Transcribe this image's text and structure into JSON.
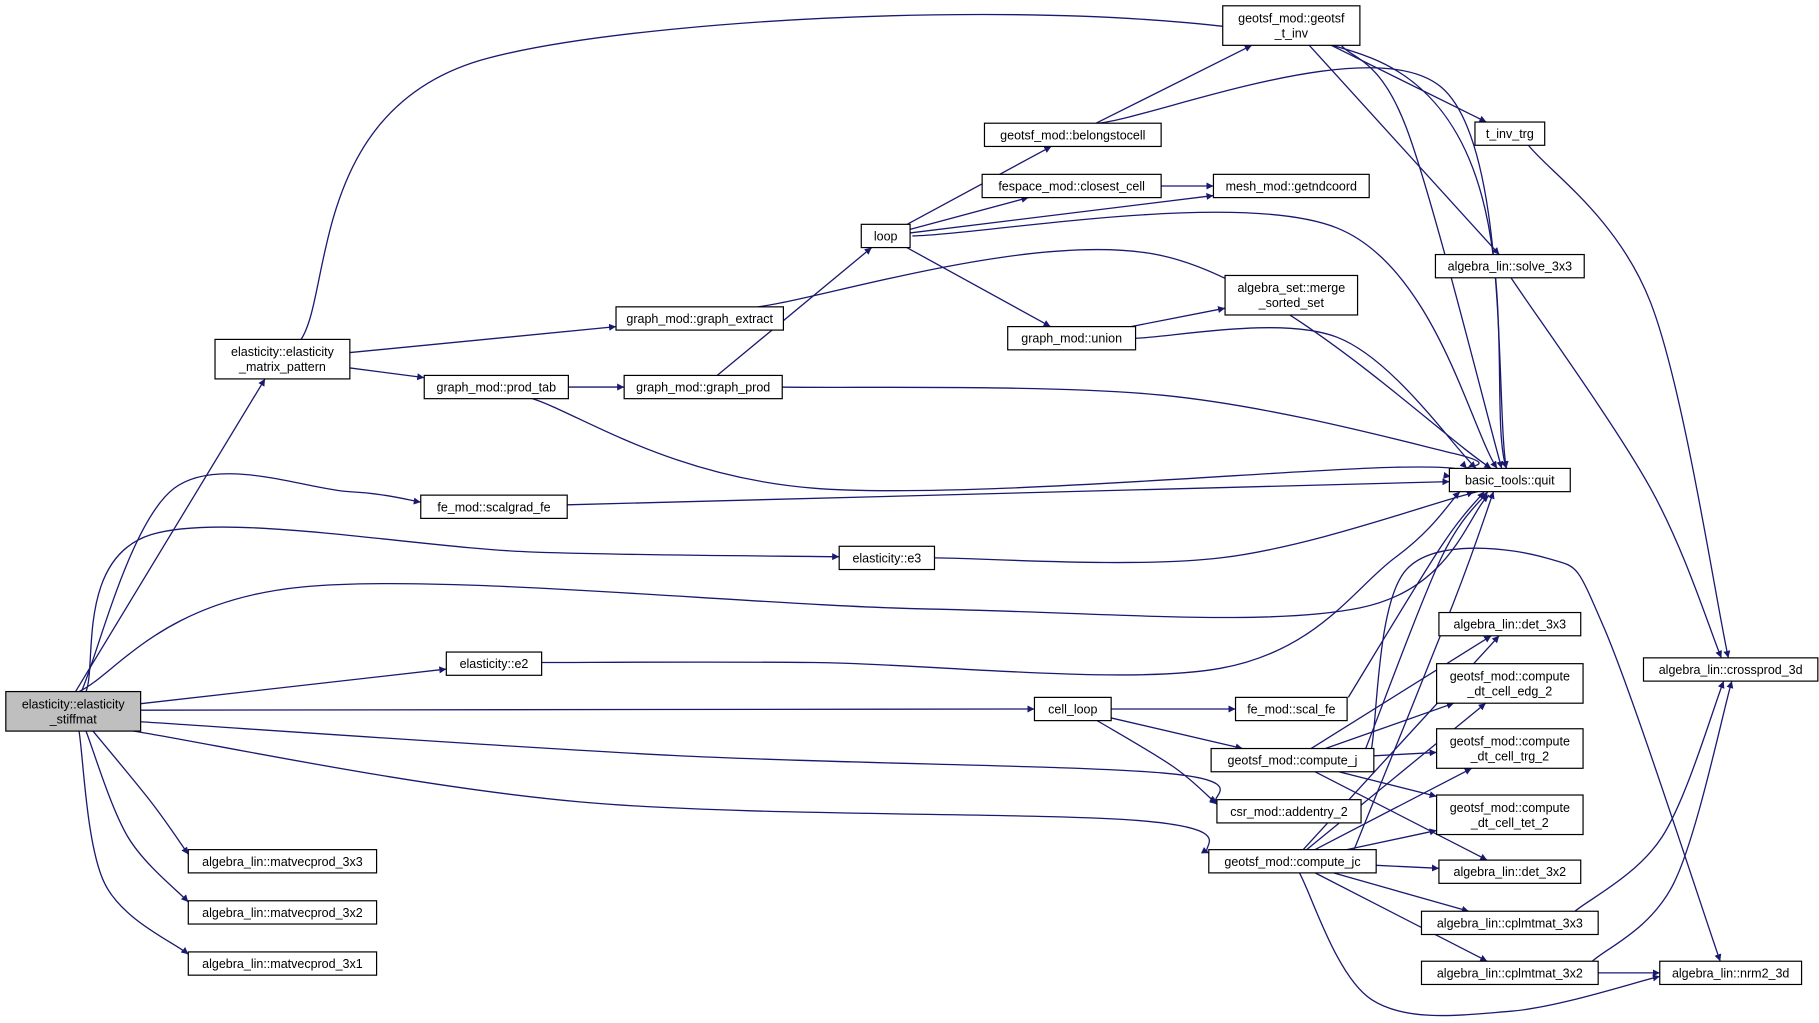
{
  "diagram": {
    "nodes": [
      {
        "id": "stiffmat",
        "lines": [
          "elasticity::elasticity",
          "_stiffmat"
        ],
        "root": true
      },
      {
        "id": "matrix_pattern",
        "lines": [
          "elasticity::elasticity",
          "_matrix_pattern"
        ]
      },
      {
        "id": "scalgrad_fe",
        "lines": [
          "fe_mod::scalgrad_fe"
        ]
      },
      {
        "id": "e3",
        "lines": [
          "elasticity::e3"
        ]
      },
      {
        "id": "e2",
        "lines": [
          "elasticity::e2"
        ]
      },
      {
        "id": "matvecprod_3x3",
        "lines": [
          "algebra_lin::matvecprod_3x3"
        ]
      },
      {
        "id": "matvecprod_3x2",
        "lines": [
          "algebra_lin::matvecprod_3x2"
        ]
      },
      {
        "id": "matvecprod_3x1",
        "lines": [
          "algebra_lin::matvecprod_3x1"
        ]
      },
      {
        "id": "prod_tab",
        "lines": [
          "graph_mod::prod_tab"
        ]
      },
      {
        "id": "graph_extract",
        "lines": [
          "graph_mod::graph_extract"
        ]
      },
      {
        "id": "graph_prod",
        "lines": [
          "graph_mod::graph_prod"
        ]
      },
      {
        "id": "loop",
        "lines": [
          "loop"
        ]
      },
      {
        "id": "belongstocell",
        "lines": [
          "geotsf_mod::belongstocell"
        ]
      },
      {
        "id": "closest_cell",
        "lines": [
          "fespace_mod::closest_cell"
        ]
      },
      {
        "id": "getndcoord",
        "lines": [
          "mesh_mod::getndcoord"
        ]
      },
      {
        "id": "geotsf_t_inv",
        "lines": [
          "geotsf_mod::geotsf",
          "_t_inv"
        ]
      },
      {
        "id": "union",
        "lines": [
          "graph_mod::union"
        ]
      },
      {
        "id": "merge_sorted_set",
        "lines": [
          "algebra_set::merge",
          "_sorted_set"
        ]
      },
      {
        "id": "quit",
        "lines": [
          "basic_tools::quit"
        ]
      },
      {
        "id": "t_inv_trg",
        "lines": [
          "t_inv_trg"
        ]
      },
      {
        "id": "solve_3x3",
        "lines": [
          "algebra_lin::solve_3x3"
        ]
      },
      {
        "id": "cell_loop",
        "lines": [
          "cell_loop"
        ]
      },
      {
        "id": "scal_fe",
        "lines": [
          "fe_mod::scal_fe"
        ]
      },
      {
        "id": "compute_j",
        "lines": [
          "geotsf_mod::compute_j"
        ]
      },
      {
        "id": "addentry_2",
        "lines": [
          "csr_mod::addentry_2"
        ]
      },
      {
        "id": "compute_jc",
        "lines": [
          "geotsf_mod::compute_jc"
        ]
      },
      {
        "id": "det_3x3",
        "lines": [
          "algebra_lin::det_3x3"
        ]
      },
      {
        "id": "dt_cell_edg_2",
        "lines": [
          "geotsf_mod::compute",
          "_dt_cell_edg_2"
        ]
      },
      {
        "id": "dt_cell_trg_2",
        "lines": [
          "geotsf_mod::compute",
          "_dt_cell_trg_2"
        ]
      },
      {
        "id": "dt_cell_tet_2",
        "lines": [
          "geotsf_mod::compute",
          "_dt_cell_tet_2"
        ]
      },
      {
        "id": "det_3x2",
        "lines": [
          "algebra_lin::det_3x2"
        ]
      },
      {
        "id": "cplmtmat_3x3",
        "lines": [
          "algebra_lin::cplmtmat_3x3"
        ]
      },
      {
        "id": "cplmtmat_3x2",
        "lines": [
          "algebra_lin::cplmtmat_3x2"
        ]
      },
      {
        "id": "crossprod_3d",
        "lines": [
          "algebra_lin::crossprod_3d"
        ]
      },
      {
        "id": "nrm2_3d",
        "lines": [
          "algebra_lin::nrm2_3d"
        ]
      }
    ],
    "edges": [
      [
        "stiffmat",
        "matrix_pattern"
      ],
      [
        "stiffmat",
        "scalgrad_fe"
      ],
      [
        "stiffmat",
        "e3"
      ],
      [
        "stiffmat",
        "quit"
      ],
      [
        "stiffmat",
        "e2"
      ],
      [
        "stiffmat",
        "cell_loop"
      ],
      [
        "stiffmat",
        "addentry_2"
      ],
      [
        "stiffmat",
        "compute_jc"
      ],
      [
        "stiffmat",
        "matvecprod_3x3"
      ],
      [
        "stiffmat",
        "matvecprod_3x2"
      ],
      [
        "stiffmat",
        "matvecprod_3x1"
      ],
      [
        "matrix_pattern",
        "quit"
      ],
      [
        "matrix_pattern",
        "graph_extract"
      ],
      [
        "matrix_pattern",
        "prod_tab"
      ],
      [
        "prod_tab",
        "graph_prod"
      ],
      [
        "prod_tab",
        "quit"
      ],
      [
        "graph_extract",
        "quit"
      ],
      [
        "graph_prod",
        "loop"
      ],
      [
        "graph_prod",
        "quit"
      ],
      [
        "loop",
        "belongstocell"
      ],
      [
        "loop",
        "closest_cell"
      ],
      [
        "loop",
        "getndcoord"
      ],
      [
        "loop",
        "union"
      ],
      [
        "loop",
        "quit"
      ],
      [
        "belongstocell",
        "geotsf_t_inv"
      ],
      [
        "belongstocell",
        "quit"
      ],
      [
        "closest_cell",
        "getndcoord"
      ],
      [
        "union",
        "merge_sorted_set"
      ],
      [
        "union",
        "quit"
      ],
      [
        "geotsf_t_inv",
        "t_inv_trg"
      ],
      [
        "geotsf_t_inv",
        "solve_3x3"
      ],
      [
        "geotsf_t_inv",
        "quit"
      ],
      [
        "t_inv_trg",
        "crossprod_3d"
      ],
      [
        "solve_3x3",
        "crossprod_3d"
      ],
      [
        "scalgrad_fe",
        "quit"
      ],
      [
        "e3",
        "quit"
      ],
      [
        "e2",
        "quit"
      ],
      [
        "cell_loop",
        "scal_fe"
      ],
      [
        "cell_loop",
        "compute_j"
      ],
      [
        "cell_loop",
        "addentry_2"
      ],
      [
        "scal_fe",
        "quit"
      ],
      [
        "compute_j",
        "quit"
      ],
      [
        "compute_j",
        "det_3x3"
      ],
      [
        "compute_j",
        "dt_cell_edg_2"
      ],
      [
        "compute_j",
        "dt_cell_trg_2"
      ],
      [
        "compute_j",
        "dt_cell_tet_2"
      ],
      [
        "compute_j",
        "det_3x2"
      ],
      [
        "compute_j",
        "nrm2_3d"
      ],
      [
        "compute_jc",
        "quit"
      ],
      [
        "compute_jc",
        "det_3x3"
      ],
      [
        "compute_jc",
        "dt_cell_edg_2"
      ],
      [
        "compute_jc",
        "dt_cell_trg_2"
      ],
      [
        "compute_jc",
        "dt_cell_tet_2"
      ],
      [
        "compute_jc",
        "det_3x2"
      ],
      [
        "compute_jc",
        "cplmtmat_3x3"
      ],
      [
        "compute_jc",
        "cplmtmat_3x2"
      ],
      [
        "compute_jc",
        "nrm2_3d"
      ],
      [
        "cplmtmat_3x3",
        "crossprod_3d"
      ],
      [
        "cplmtmat_3x2",
        "crossprod_3d"
      ],
      [
        "cplmtmat_3x2",
        "nrm2_3d"
      ]
    ]
  }
}
